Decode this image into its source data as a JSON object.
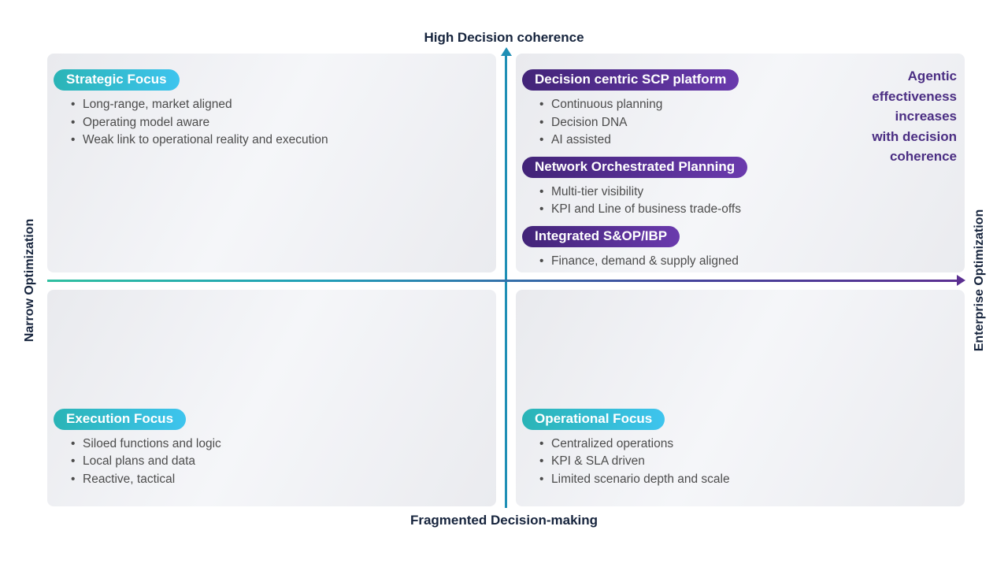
{
  "axes": {
    "top_label": "High Decision coherence",
    "bottom_label": "Fragmented Decision-making",
    "left_label": "Narrow Optimization",
    "right_label": "Enterprise Optimization"
  },
  "annotation": {
    "lines": [
      "Agentic",
      "effectiveness",
      "increases",
      "with decision",
      "coherence"
    ]
  },
  "quadrants": {
    "top_left": {
      "groups": [
        {
          "title": "Strategic Focus",
          "style": "teal",
          "bullets": [
            "Long-range, market aligned",
            "Operating model aware",
            "Weak link to operational reality and execution"
          ]
        }
      ]
    },
    "top_right": {
      "groups": [
        {
          "title": "Decision centric SCP platform",
          "style": "purple",
          "bullets": [
            "Continuous planning",
            "Decision DNA",
            "AI assisted"
          ]
        },
        {
          "title": "Network Orchestrated Planning",
          "style": "purple",
          "bullets": [
            "Multi-tier visibility",
            "KPI and Line of business trade-offs"
          ]
        },
        {
          "title": "Integrated S&OP/IBP",
          "style": "purple",
          "bullets": [
            "Finance, demand & supply aligned"
          ]
        }
      ]
    },
    "bottom_left": {
      "groups": [
        {
          "title": "Execution Focus",
          "style": "teal",
          "bullets": [
            "Siloed functions and logic",
            "Local plans and data",
            "Reactive, tactical"
          ]
        }
      ]
    },
    "bottom_right": {
      "groups": [
        {
          "title": "Operational Focus",
          "style": "teal",
          "bullets": [
            "Centralized operations",
            "KPI & SLA driven",
            "Limited scenario depth and scale"
          ]
        }
      ]
    }
  },
  "colors": {
    "teal_pill_start": "#2ab4b6",
    "teal_pill_end": "#3ec4ee",
    "purple_pill_start": "#422478",
    "purple_pill_end": "#6a3aad",
    "vertical_axis": "#1f8fb5",
    "horizontal_axis_start": "#2fbfa0",
    "horizontal_axis_end": "#5b2f91",
    "annotation_text": "#4b2e83",
    "axis_label_text": "#16243d",
    "bullet_text": "#4c4c4c"
  }
}
